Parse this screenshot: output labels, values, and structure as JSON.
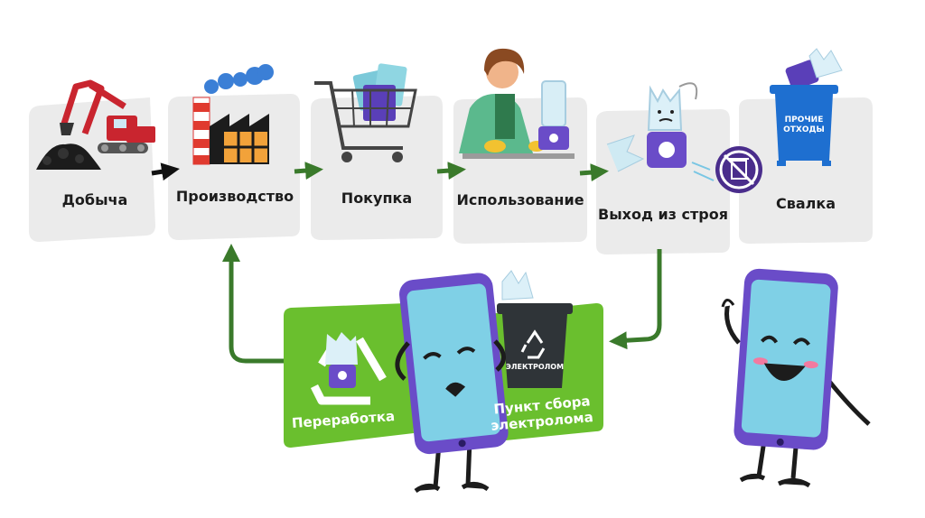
{
  "stages": {
    "mining": "Добыча",
    "production": "Производство",
    "purchase": "Покупка",
    "usage": "Использование",
    "failure": "Выход из строя",
    "landfill": "Свалка"
  },
  "recycling": {
    "recycle_label": "Переработка",
    "collection_line1": "Пункт сбора",
    "collection_line2": "электролома"
  },
  "bin_labels": {
    "landfill_bin_line1": "ПРОЧИЕ",
    "landfill_bin_line2": "ОТХОДЫ",
    "ewaste_bin": "ЭЛЕКТРОЛОМ"
  },
  "colors": {
    "card": "#ebebeb",
    "green": "#6abf2e",
    "arrow_green": "#3a7a2b",
    "phone_purple": "#6a4cc8",
    "bin_blue": "#1e6fd0",
    "bin_dark": "#2f3438"
  }
}
